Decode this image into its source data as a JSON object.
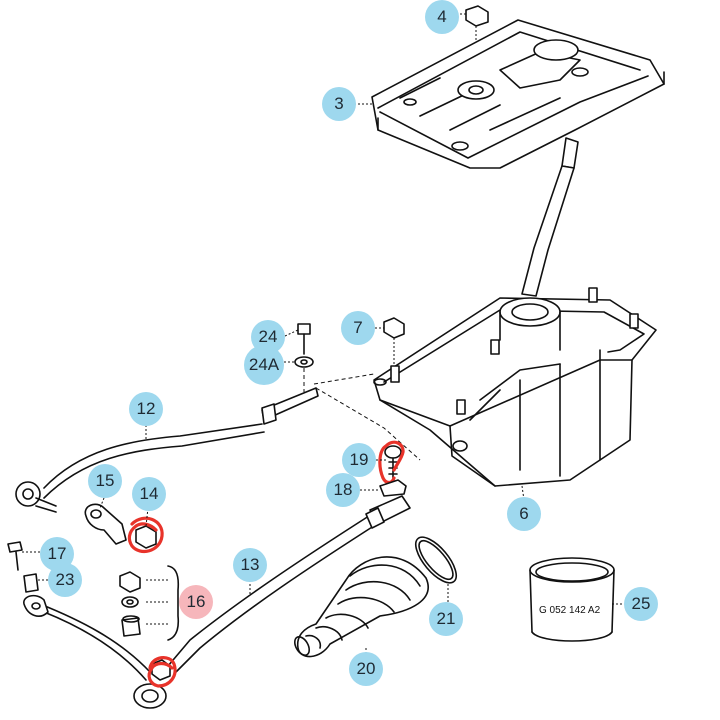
{
  "callouts": [
    {
      "id": "c4",
      "label": "4",
      "color": "#9ed8ee"
    },
    {
      "id": "c3",
      "label": "3",
      "color": "#9ed8ee"
    },
    {
      "id": "c7",
      "label": "7",
      "color": "#9ed8ee"
    },
    {
      "id": "c24",
      "label": "24",
      "color": "#9ed8ee"
    },
    {
      "id": "c24a",
      "label": "24A",
      "color": "#9ed8ee"
    },
    {
      "id": "c12",
      "label": "12",
      "color": "#9ed8ee"
    },
    {
      "id": "c19",
      "label": "19",
      "color": "#9ed8ee"
    },
    {
      "id": "c18",
      "label": "18",
      "color": "#9ed8ee"
    },
    {
      "id": "c6",
      "label": "6",
      "color": "#9ed8ee"
    },
    {
      "id": "c15",
      "label": "15",
      "color": "#9ed8ee"
    },
    {
      "id": "c14",
      "label": "14",
      "color": "#9ed8ee"
    },
    {
      "id": "c17",
      "label": "17",
      "color": "#9ed8ee"
    },
    {
      "id": "c23",
      "label": "23",
      "color": "#9ed8ee"
    },
    {
      "id": "c13",
      "label": "13",
      "color": "#9ed8ee"
    },
    {
      "id": "c16",
      "label": "16",
      "color": "#f6b6bb"
    },
    {
      "id": "c21",
      "label": "21",
      "color": "#9ed8ee"
    },
    {
      "id": "c20",
      "label": "20",
      "color": "#9ed8ee"
    },
    {
      "id": "c25",
      "label": "25",
      "color": "#9ed8ee"
    }
  ],
  "part_stamp": "G 052 142 A2",
  "highlight_color": "#e8332a"
}
